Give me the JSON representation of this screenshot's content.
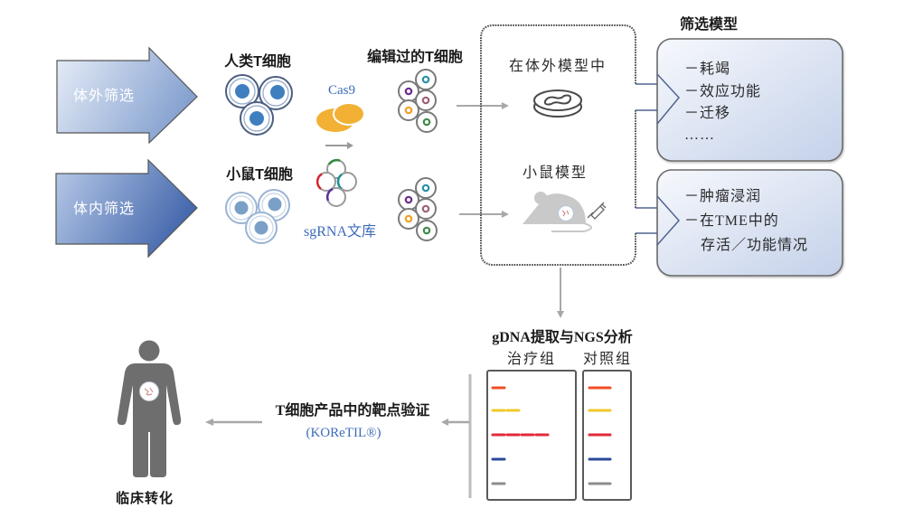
{
  "screening_arrows": {
    "in_vitro": "体外筛选",
    "in_vivo": "体内筛选"
  },
  "cells": {
    "human_label": "人类T细胞",
    "mouse_label": "小鼠T细胞",
    "edited_label": "编辑过的T细胞",
    "cas9_label": "Cas9",
    "sgrna_label": "sgRNA文库",
    "edited_nucleus_colors": [
      "#2a8fa8",
      "#6a2c8c",
      "#a0607a",
      "#f0a020",
      "#3f8a4a"
    ]
  },
  "models": {
    "in_vitro": "在体外模型中",
    "mouse": "小鼠模型"
  },
  "screening_model": {
    "title": "筛选模型",
    "box1": [
      "－耗竭",
      "－效应功能",
      "－迁移",
      "……"
    ],
    "box2": [
      "－肿瘤浸润",
      "－在TME中的",
      "存活／功能情况"
    ]
  },
  "ngs": {
    "title": "gDNA提取与NGS分析",
    "treatment_label": "治疗组",
    "control_label": "对照组",
    "bands": [
      {
        "color": "#f04e23",
        "treatment_count": 1,
        "control_count": 1
      },
      {
        "color": "#efc92c",
        "treatment_count": 2,
        "control_count": 1
      },
      {
        "color": "#e02a3a",
        "treatment_count": 4,
        "control_count": 1
      },
      {
        "color": "#2a4a9a",
        "treatment_count": 1,
        "control_count": 1
      },
      {
        "color": "#8c8c8c",
        "treatment_count": 1,
        "control_count": 1
      }
    ]
  },
  "validation": {
    "title": "T细胞产品中的靶点验证",
    "product": "(KOReTIL®)"
  },
  "clinical": {
    "label": "临床转化"
  },
  "colors": {
    "accent_blue": "#3d6cb9",
    "cas9_orange": "#f2b135",
    "human_nucleus": "#3f7fc0",
    "mouse_nucleus": "#7aa0c8",
    "figure_gray": "#6e6e6e"
  }
}
